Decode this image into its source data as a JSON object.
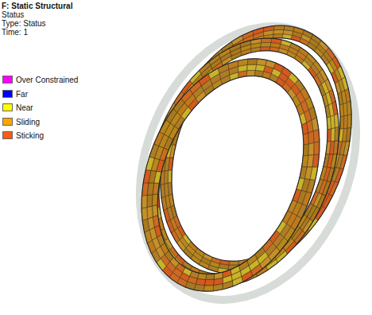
{
  "diagram": {
    "title": "F: Static Structural",
    "labels": [
      "Status",
      "Type: Status",
      "Time: 1"
    ],
    "legend": [
      {
        "text": "Over Constrained",
        "color": "#ff00ff"
      },
      {
        "text": "Far",
        "color": "#0000ff"
      },
      {
        "text": "Near",
        "color": "#ffff00"
      },
      {
        "text": "Sliding",
        "color": "#ffa500"
      },
      {
        "text": "Sticking",
        "color": "#ff5a14"
      }
    ]
  }
}
